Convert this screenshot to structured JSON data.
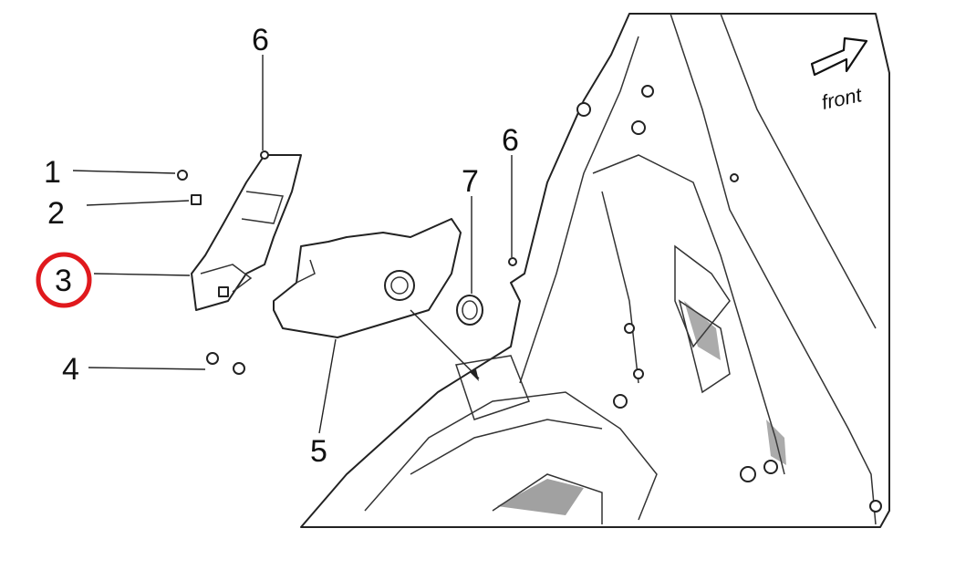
{
  "diagram": {
    "callouts": [
      {
        "id": "1",
        "label": "1"
      },
      {
        "id": "2",
        "label": "2"
      },
      {
        "id": "3",
        "label": "3",
        "highlighted": true
      },
      {
        "id": "4",
        "label": "4"
      },
      {
        "id": "5",
        "label": "5"
      },
      {
        "id": "6a",
        "label": "6"
      },
      {
        "id": "6b",
        "label": "6"
      },
      {
        "id": "7",
        "label": "7"
      }
    ],
    "direction_label": "front",
    "highlight_color": "#e0191d"
  }
}
